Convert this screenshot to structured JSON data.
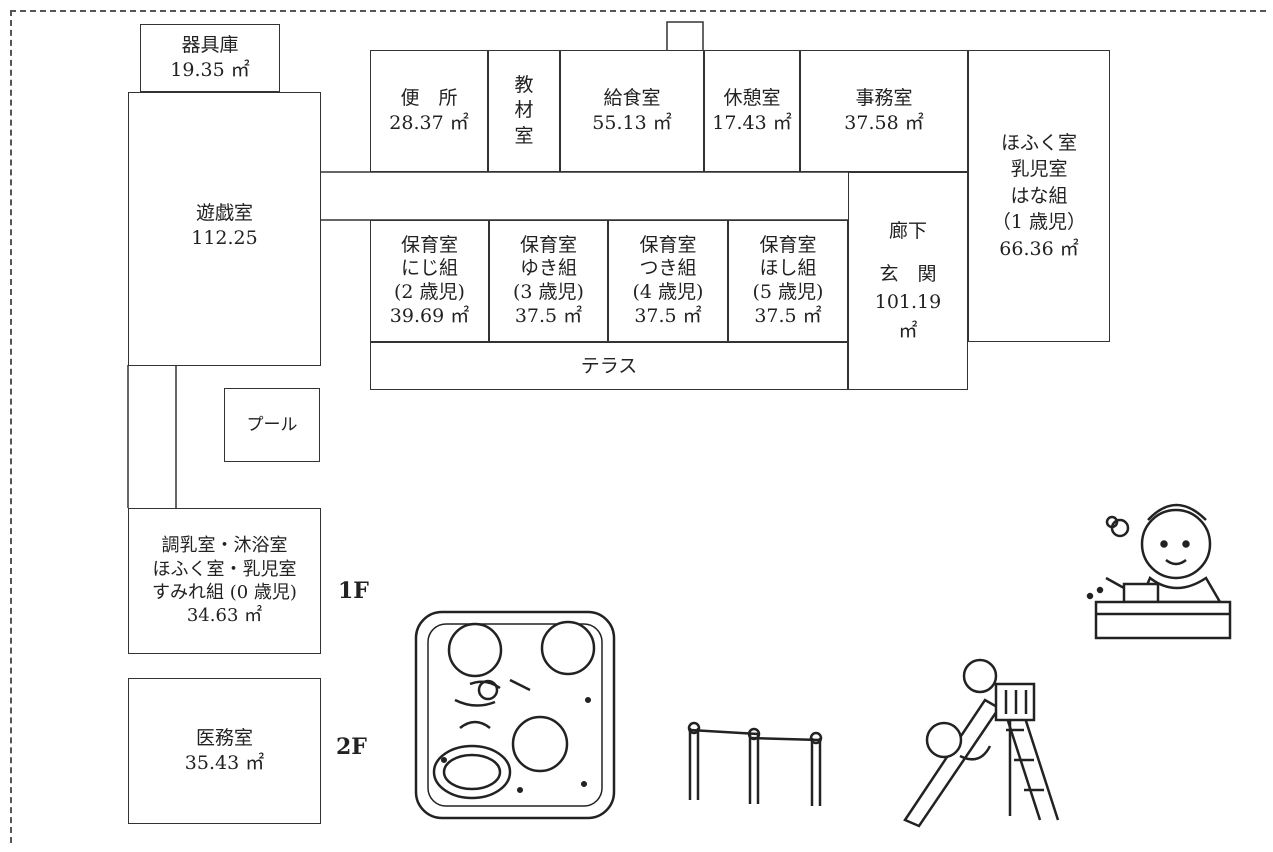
{
  "floor_labels": {
    "first": "1F",
    "second": "2F"
  },
  "rooms": {
    "equipment": {
      "name": "器具庫",
      "area": "19.35 ㎡"
    },
    "playroom": {
      "name": "遊戯室",
      "area": "112.25"
    },
    "toilet": {
      "name": "便　所",
      "area": "28.37 ㎡"
    },
    "material": {
      "name": "教材室",
      "lines": [
        "教",
        "材",
        "室"
      ]
    },
    "kitchen": {
      "name": "給食室",
      "area": "55.13 ㎡"
    },
    "rest": {
      "name": "休憩室",
      "area": "17.43 ㎡"
    },
    "office": {
      "name": "事務室",
      "area": "37.58 ㎡"
    },
    "hana": {
      "name": "ほふく室",
      "sub": "乳児室",
      "group": "はな組",
      "age": "（1 歳児）",
      "area": "66.36 ㎡"
    },
    "niji": {
      "name": "保育室",
      "group": "にじ組",
      "age": "(2 歳児)",
      "area": "39.69 ㎡"
    },
    "yuki": {
      "name": "保育室",
      "group": "ゆき組",
      "age": "(3 歳児)",
      "area": "37.5 ㎡"
    },
    "tsuki": {
      "name": "保育室",
      "group": "つき組",
      "age": "(4 歳児)",
      "area": "37.5 ㎡"
    },
    "hoshi": {
      "name": "保育室",
      "group": "ほし組",
      "age": "(5 歳児)",
      "area": "37.5 ㎡"
    },
    "hall": {
      "corridor": "廊下",
      "entrance": "玄　関",
      "area": "101.19",
      "unit": "㎡"
    },
    "terrace": {
      "name": "テラス"
    },
    "pool": {
      "name": "プール"
    },
    "sumire": {
      "line1": "調乳室・沐浴室",
      "line2": "ほふく室・乳児室",
      "line3": "すみれ組 (0 歳児)",
      "area": "34.63 ㎡"
    },
    "medical": {
      "name": "医務室",
      "area": "35.43 ㎡"
    }
  }
}
